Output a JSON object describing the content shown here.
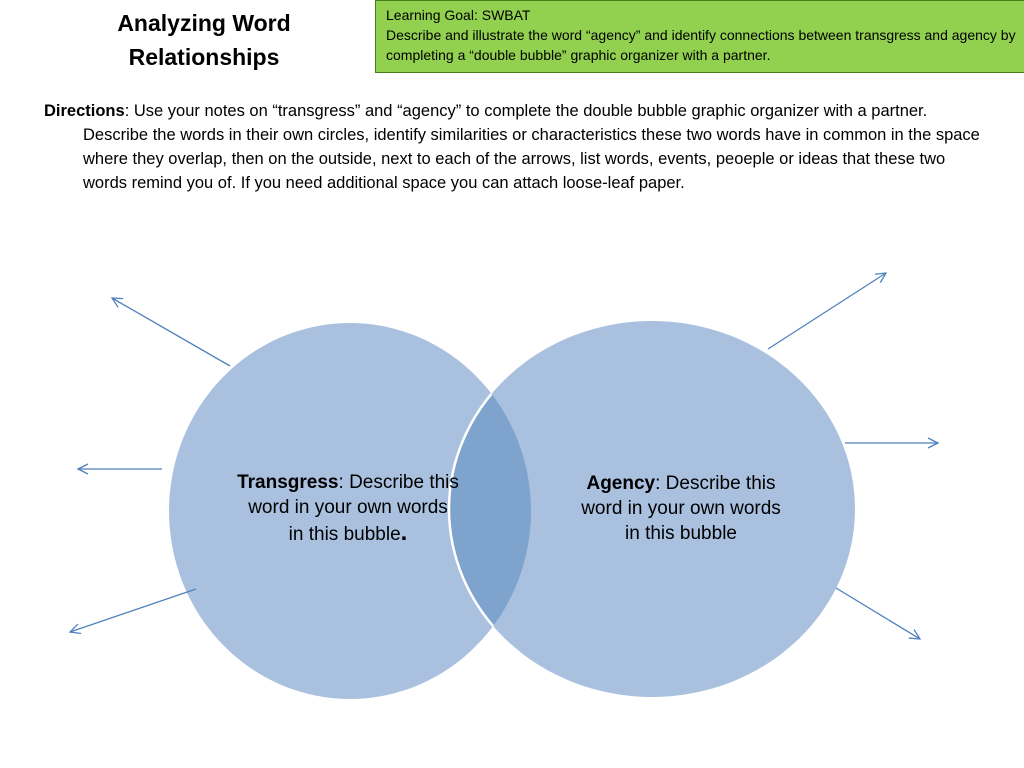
{
  "title": {
    "line1": "Analyzing Word",
    "line2": "Relationships"
  },
  "learning_goal": {
    "heading": "Learning Goal: SWBAT",
    "text": "Describe and illustrate the word “agency” and identify connections between transgress and agency by completing a “double bubble” graphic organizer with a partner."
  },
  "directions": {
    "label": "Directions",
    "text": ": Use your notes on “transgress” and “agency” to complete the double bubble graphic organizer with a partner.  Describe the words in their own circles, identify similarities or characteristics these two words have in common in the space where they overlap, then on the outside, next to each of the arrows, list words, events, peoeple or ideas that these two words remind you of.   If you need additional space you can attach loose-leaf paper."
  },
  "bubbles": {
    "left": {
      "word": "Transgress",
      "line1_rest": ": Describe this",
      "line2": "word in your own words",
      "line3": "in this bubble",
      "line3_end": "."
    },
    "right": {
      "word": "Agency",
      "line1_rest": ": Describe this",
      "line2": "word in your own words",
      "line3": "in this bubble"
    }
  },
  "colors": {
    "goal_box_fill": "#92d050",
    "bubble_fill": "#a9c1df",
    "overlap_fill": "#7ea3cc",
    "arrow_stroke": "#4f81bd"
  }
}
